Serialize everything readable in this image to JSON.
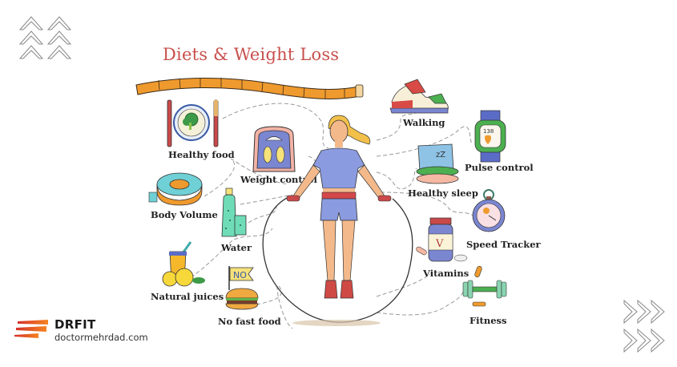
{
  "title": "Diets & Weight Loss",
  "items": [
    {
      "key": "healthy_food",
      "label": "Healthy food",
      "icon": "plate-with-broccoli-fork-knife"
    },
    {
      "key": "weight_control",
      "label": "Weight control",
      "icon": "scale-with-footprints"
    },
    {
      "key": "body_volume",
      "label": "Body Volume",
      "icon": "rolled-measuring-tape"
    },
    {
      "key": "water",
      "label": "Water",
      "icon": "water-bottle-and-glass"
    },
    {
      "key": "natural_juices",
      "label": "Natural juices",
      "icon": "juice-glass-with-lemons"
    },
    {
      "key": "no_fast_food",
      "label": "No fast food",
      "icon": "burger-with-no-flag"
    },
    {
      "key": "walking",
      "label": "Walking",
      "icon": "sneakers"
    },
    {
      "key": "pulse_control",
      "label": "Pulse control",
      "icon": "smartwatch-heart-rate"
    },
    {
      "key": "healthy_sleep",
      "label": "Healthy sleep",
      "icon": "pillow-zzz"
    },
    {
      "key": "speed_tracker",
      "label": "Speed Tracker",
      "icon": "stopwatch"
    },
    {
      "key": "vitamins",
      "label": "Vitamins",
      "icon": "vitamin-bottle-pills"
    },
    {
      "key": "fitness",
      "label": "Fitness",
      "icon": "dumbbell-jump-rope"
    }
  ],
  "watch_reading": "138",
  "vitamin_letter": "V",
  "burger_flag_text": "NO",
  "brand": {
    "name": "DRFIT",
    "url": "doctormehrdad.com"
  },
  "colors": {
    "title": "#c8504d",
    "tape": "#ef9a2e",
    "brand_accent": "#f05a28"
  }
}
